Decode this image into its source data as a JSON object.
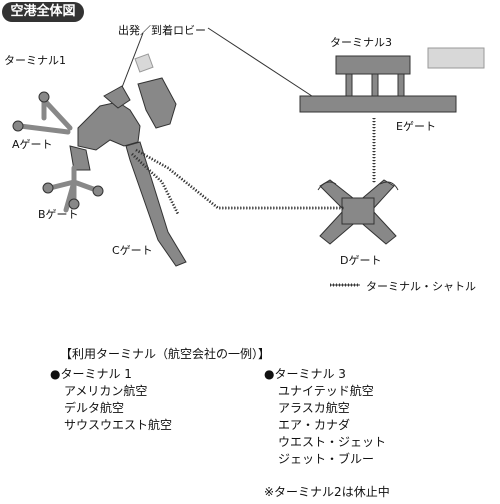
{
  "title": "空港全体図",
  "labels": {
    "arrivals_departures": "出発／到着ロビー",
    "terminal1": "ターミナル1",
    "terminal3": "ターミナル3",
    "gate_a": "Aゲート",
    "gate_b": "Bゲート",
    "gate_c": "Cゲート",
    "gate_d": "Dゲート",
    "gate_e": "Eゲート"
  },
  "legend": {
    "shuttle": "ターミナル・シャトル"
  },
  "airlines": {
    "heading": "【利用ターミナル（航空会社の一例）】",
    "terminal1": {
      "name": "ターミナル 1",
      "carriers": [
        "アメリカン航空",
        "デルタ航空",
        "サウスウエスト航空"
      ]
    },
    "terminal3": {
      "name": "ターミナル 3",
      "carriers": [
        "ユナイテッド航空",
        "アラスカ航空",
        "エア・カナダ",
        "ウエスト・ジェット",
        "ジェット・ブルー"
      ]
    },
    "note": "※ターミナル2は休止中"
  },
  "colors": {
    "building": "#888888",
    "outline": "#333333",
    "light": "#d8d8d8"
  }
}
